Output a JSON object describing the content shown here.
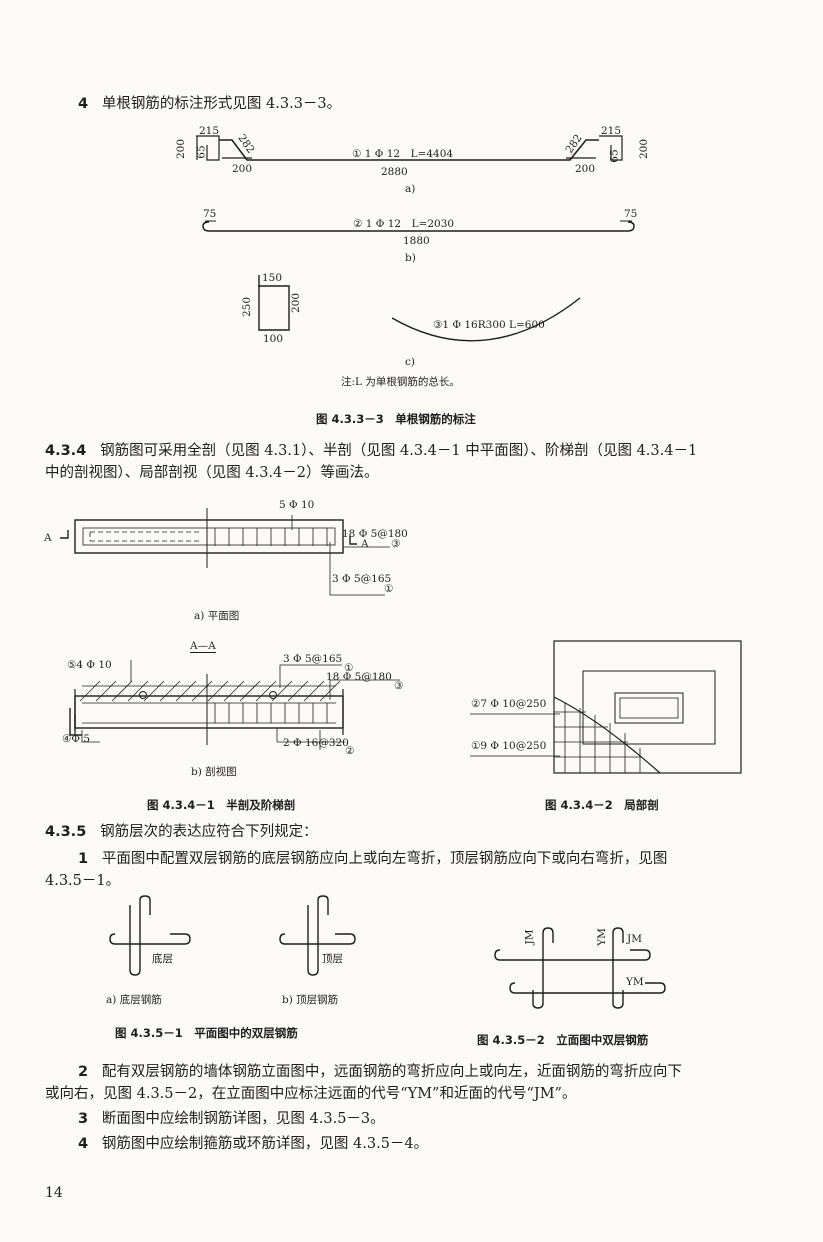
{
  "paragraphs": {
    "p1_num": "4",
    "p1_text": "单根钢筋的标注形式见图 4.3.3－3。",
    "s434_num": "4.3.4",
    "s434_text_l1": "钢筋图可采用全剖（见图 4.3.1）、半剖（见图 4.3.4－1 中平面图）、阶梯剖（见图 4.3.4－1",
    "s434_text_l2": "中的剖视图）、局部剖视（见图 4.3.4－2）等画法。",
    "s435_num": "4.3.5",
    "s435_text": "钢筋层次的表达应符合下列规定：",
    "i1_num": "1",
    "i1_text_l1": "平面图中配置双层钢筋的底层钢筋应向上或向左弯折，顶层钢筋应向下或向右弯折，见图",
    "i1_text_l2": "4.3.5－1。",
    "i2_num": "2",
    "i2_text_l1": "配有双层钢筋的墙体钢筋立面图中，远面钢筋的弯折应向上或向左，近面钢筋的弯折应向下",
    "i2_text_l2": "或向右，见图 4.3.5－2，在立面图中应标注远面的代号“YM”和近面的代号“JM”。",
    "i3_num": "3",
    "i3_text": "断面图中应绘制钢筋详图，见图 4.3.5－3。",
    "i4_num": "4",
    "i4_text": "钢筋图中应绘制箍筋或环筋详图，见图 4.3.5－4。",
    "page_number": "14"
  },
  "fig433": {
    "a_left_top": "215",
    "a_left_h": "200",
    "a_left_hook": "65",
    "a_left_diag": "282",
    "a_left_bot": "200",
    "a_label": "① 1 Φ 12　L=4404",
    "a_len": "2880",
    "a_right_top": "215",
    "a_right_diag": "282",
    "a_right_bot": "200",
    "a_right_hook": "65",
    "a_right_h": "200",
    "a_sub": "a)",
    "b_hook_l": "75",
    "b_hook_r": "75",
    "b_label": "② 1 Φ 12　L=2030",
    "b_len": "1880",
    "b_sub": "b)",
    "c_top": "150",
    "c_left": "250",
    "c_right": "200",
    "c_bot": "100",
    "c_arc_label": "③1 Φ 16R300 L=600",
    "c_sub": "c)",
    "note": "注:L 为单根钢筋的总长。",
    "caption": "图 4.3.3－3　单根钢筋的标注"
  },
  "fig4341": {
    "plan_top": "5 Φ 10",
    "plan_A_left": "A",
    "plan_A_right": "A",
    "plan_r3": "18 Φ 5@180",
    "plan_r3_num": "③",
    "plan_r1": "3 Φ 5@165",
    "plan_r1_num": "①",
    "plan_sub": "a) 平面图",
    "sec_title": "A—A",
    "sec_r5": "⑤4 Φ 10",
    "sec_r1": "3 Φ 5@165",
    "sec_r1_num": "①",
    "sec_r3": "18 Φ 5@180",
    "sec_r3_num": "③",
    "sec_r4": "④Φ 5",
    "sec_r2": "2 Φ 16@320",
    "sec_r2_num": "②",
    "sec_sub": "b) 剖视图",
    "caption": "图 4.3.4－1　半剖及阶梯剖"
  },
  "fig4342": {
    "r7": "②7 Φ 10@250",
    "r9": "①9 Φ 10@250",
    "caption": "图 4.3.4－2　局部剖"
  },
  "fig4351": {
    "a_label": "底层",
    "a_sub": "a) 底层钢筋",
    "b_label": "顶层",
    "b_sub": "b) 顶层钢筋",
    "caption": "图 4.3.5－1　平面图中的双层钢筋"
  },
  "fig4352": {
    "jm_v": "JM",
    "ym_v": "YM",
    "jm_h": "JM",
    "ym_h": "YM",
    "caption": "图 4.3.5－2　立面图中双层钢筋"
  }
}
